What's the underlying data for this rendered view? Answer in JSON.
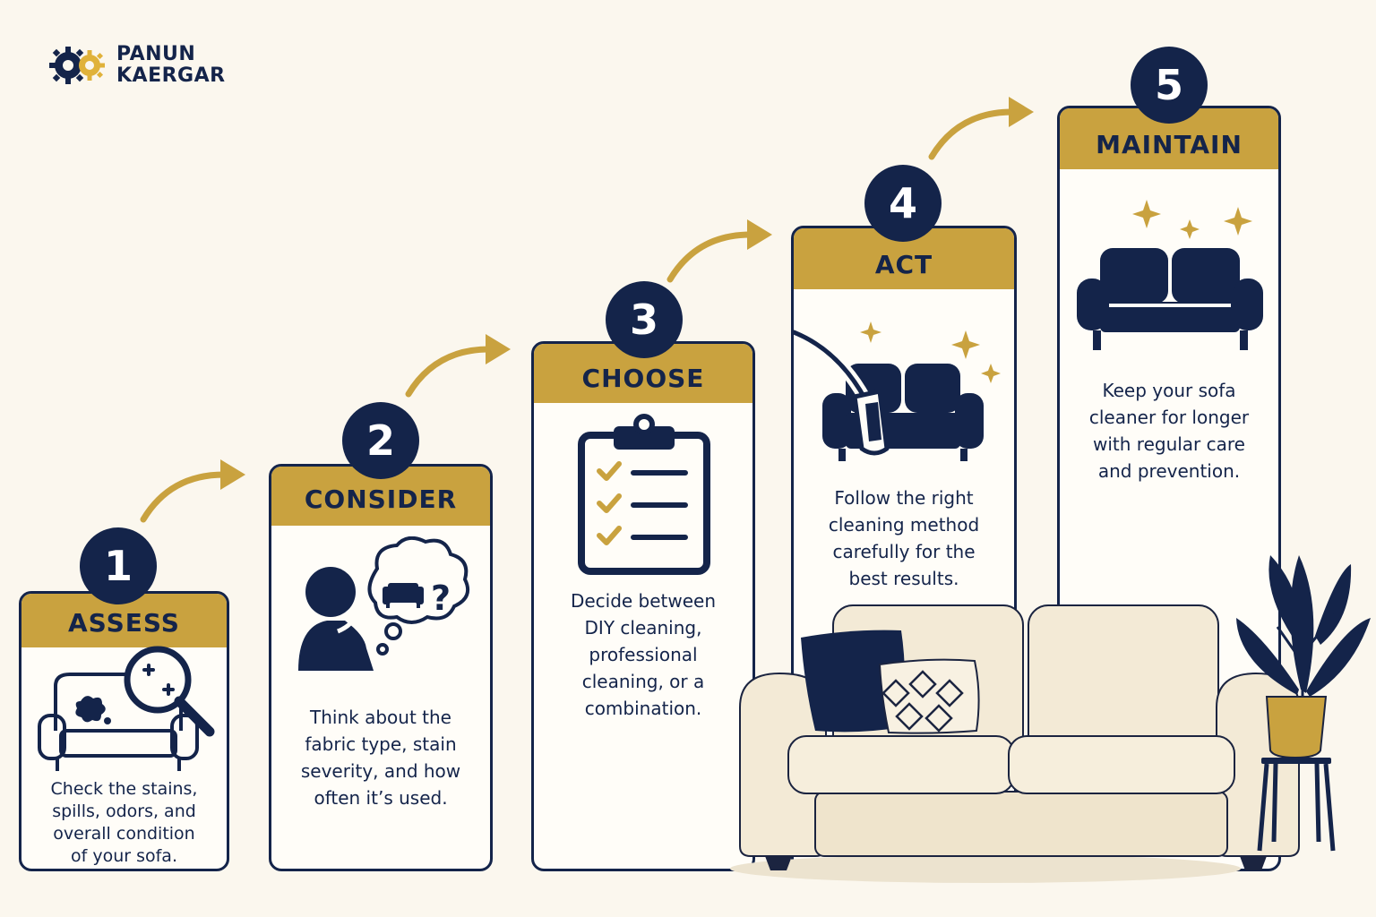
{
  "brand": {
    "line1": "PANUN",
    "line2": "KAERGAR"
  },
  "steps": [
    {
      "number": "1",
      "title": "ASSESS",
      "desc": [
        "Check the stains,",
        "spills, odors, and",
        "overall condition",
        "of your sofa."
      ]
    },
    {
      "number": "2",
      "title": "CONSIDER",
      "desc": [
        "Think about the",
        "fabric type, stain",
        "severity, and how",
        "often it’s used."
      ]
    },
    {
      "number": "3",
      "title": "CHOOSE",
      "desc": [
        "Decide between",
        "DIY cleaning,",
        "professional",
        "cleaning, or a",
        "combination."
      ]
    },
    {
      "number": "4",
      "title": "ACT",
      "desc": [
        "Follow the right",
        "cleaning method",
        "carefully for the",
        "best results."
      ]
    },
    {
      "number": "5",
      "title": "MAINTAIN",
      "desc": [
        "Keep your sofa",
        "cleaner for longer",
        "with regular care",
        "and prevention."
      ]
    }
  ],
  "icons": {
    "step1": "sofa-magnifier-icon",
    "step2": "thinking-person-icon",
    "step3": "clipboard-checklist-icon",
    "step4": "sofa-vacuum-icon",
    "step5": "clean-sofa-icon"
  },
  "colors": {
    "navy": "#14244A",
    "gold": "#C9A23F",
    "background": "#FBF7EE",
    "card": "#FFFDF8",
    "cream_sofa": "#F3EAD6"
  }
}
